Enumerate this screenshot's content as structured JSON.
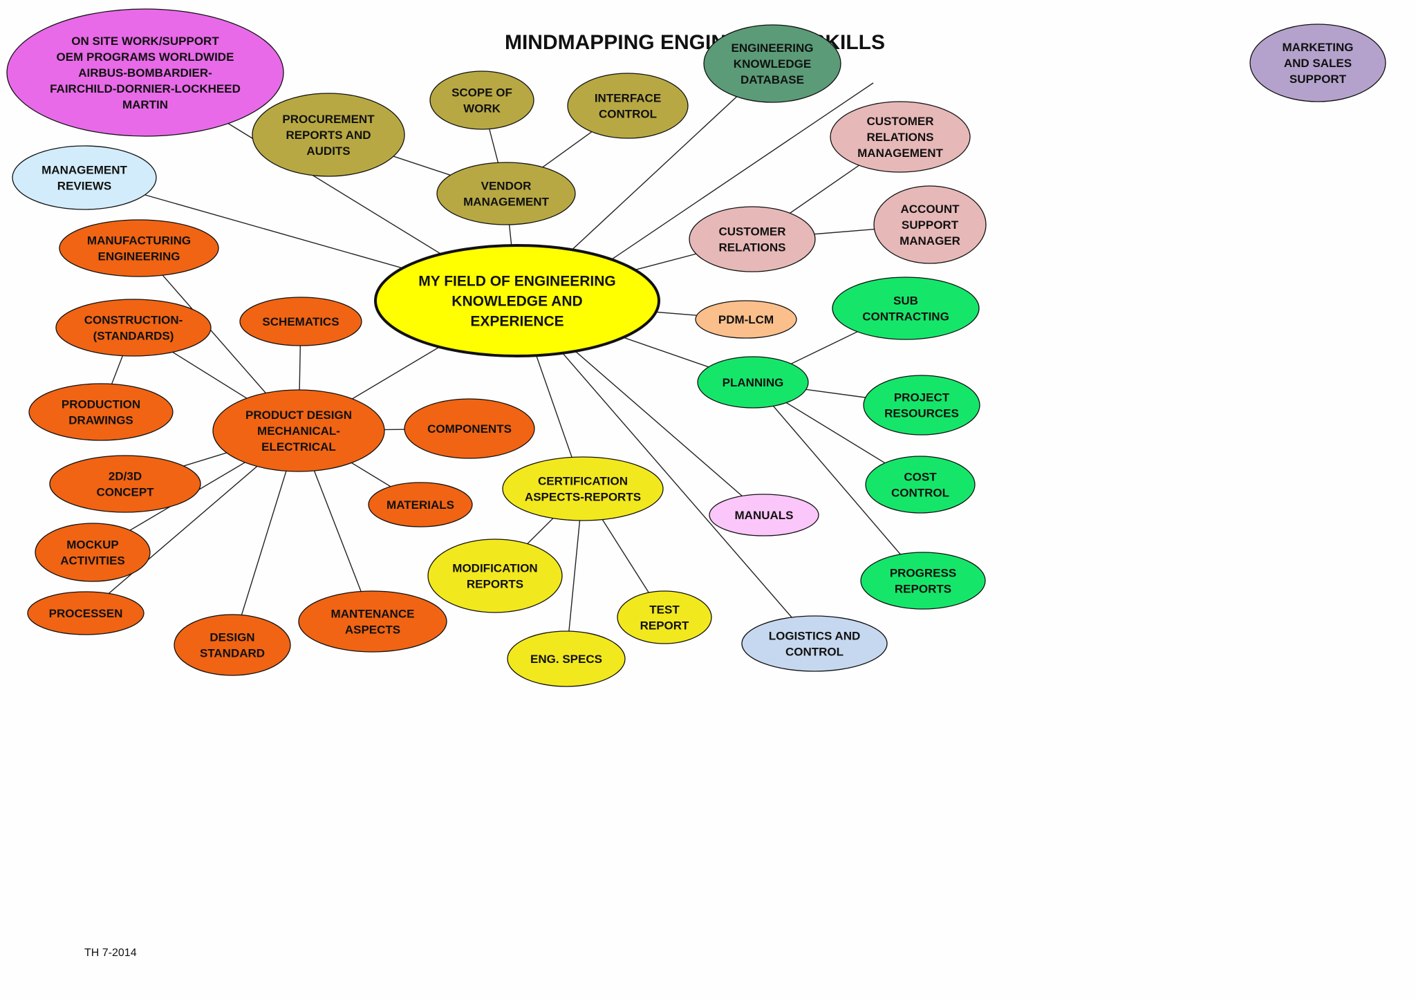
{
  "title": "MINDMAPPING ENGINEERING SKILLS",
  "footer": "TH 7-2014",
  "colors": {
    "center": "#ffff00",
    "magenta": "#e86ae8",
    "olive": "#b7a843",
    "teal": "#5b9b78",
    "lavender": "#b4a2cc",
    "light_blue": "#d2ecfb",
    "orange": "#f06414",
    "pink": "#e7b8b8",
    "peach": "#fbbf8c",
    "green": "#15e66a",
    "yellow": "#f2e81e",
    "light_pink": "#fbc6f9",
    "pale_blue": "#c6d8ef"
  },
  "center": {
    "label": "MY FIELD OF ENGINEERING KNOWLEDGE AND EXPERIENCE",
    "lines": [
      "MY FIELD OF ENGINEERING",
      "KNOWLEDGE AND",
      "EXPERIENCE"
    ]
  },
  "nodes": {
    "on_site_work": {
      "label": "ON SITE WORK/SUPPORT OEM PROGRAMS WORLDWIDE AIRBUS-BOMBARDIER-FAIRCHILD-DORNIER-LOCKHEED MARTIN",
      "lines": [
        "ON SITE WORK/SUPPORT",
        "OEM PROGRAMS WORLDWIDE",
        "AIRBUS-BOMBARDIER-",
        "FAIRCHILD-DORNIER-LOCKHEED",
        "MARTIN"
      ],
      "color": "magenta"
    },
    "procurement": {
      "label": "PROCUREMENT REPORTS AND AUDITS",
      "lines": [
        "PROCUREMENT",
        "REPORTS AND",
        "AUDITS"
      ],
      "color": "olive"
    },
    "scope_of_work": {
      "label": "SCOPE OF WORK",
      "lines": [
        "SCOPE OF",
        "WORK"
      ],
      "color": "olive"
    },
    "interface_control": {
      "label": "INTERFACE CONTROL",
      "lines": [
        "INTERFACE",
        "CONTROL"
      ],
      "color": "olive"
    },
    "vendor_management": {
      "label": "VENDOR MANAGEMENT",
      "lines": [
        "VENDOR",
        "MANAGEMENT"
      ],
      "color": "olive"
    },
    "engineering_database": {
      "label": "ENGINEERING KNOWLEDGE DATABASE",
      "lines": [
        "ENGINEERING",
        "KNOWLEDGE",
        "DATABASE"
      ],
      "color": "teal"
    },
    "marketing_sales": {
      "label": "MARKETING AND SALES SUPPORT",
      "lines": [
        "MARKETING",
        "AND SALES",
        "SUPPORT"
      ],
      "color": "lavender"
    },
    "management_reviews": {
      "label": "MANAGEMENT REVIEWS",
      "lines": [
        "MANAGEMENT",
        "REVIEWS"
      ],
      "color": "light_blue"
    },
    "customer_relations_mgmt": {
      "label": "CUSTOMER RELATIONS MANAGEMENT",
      "lines": [
        "CUSTOMER",
        "RELATIONS",
        "MANAGEMENT"
      ],
      "color": "pink"
    },
    "customer_relations": {
      "label": "CUSTOMER RELATIONS",
      "lines": [
        "CUSTOMER",
        "RELATIONS"
      ],
      "color": "pink"
    },
    "account_support": {
      "label": "ACCOUNT SUPPORT MANAGER",
      "lines": [
        "ACCOUNT",
        "SUPPORT",
        "MANAGER"
      ],
      "color": "pink"
    },
    "manufacturing_engineering": {
      "label": "MANUFACTURING ENGINEERING",
      "lines": [
        "MANUFACTURING",
        "ENGINEERING"
      ],
      "color": "orange"
    },
    "construction_standards": {
      "label": "CONSTRUCTION-(STANDARDS)",
      "lines": [
        "CONSTRUCTION-",
        "(STANDARDS)"
      ],
      "color": "orange"
    },
    "schematics": {
      "label": "SCHEMATICS",
      "lines": [
        "SCHEMATICS"
      ],
      "color": "orange"
    },
    "production_drawings": {
      "label": "PRODUCTION DRAWINGS",
      "lines": [
        "PRODUCTION",
        "DRAWINGS"
      ],
      "color": "orange"
    },
    "product_design": {
      "label": "PRODUCT DESIGN MECHANICAL-ELECTRICAL",
      "lines": [
        "PRODUCT DESIGN",
        "MECHANICAL-",
        "ELECTRICAL"
      ],
      "color": "orange"
    },
    "components": {
      "label": "COMPONENTS",
      "lines": [
        "COMPONENTS"
      ],
      "color": "orange"
    },
    "concept_2d3d": {
      "label": "2D/3D CONCEPT",
      "lines": [
        "2D/3D",
        "CONCEPT"
      ],
      "color": "orange"
    },
    "materials": {
      "label": "MATERIALS",
      "lines": [
        "MATERIALS"
      ],
      "color": "orange"
    },
    "mockup_activities": {
      "label": "MOCKUP ACTIVITIES",
      "lines": [
        "MOCKUP",
        "ACTIVITIES"
      ],
      "color": "orange"
    },
    "processen": {
      "label": "PROCESSEN",
      "lines": [
        "PROCESSEN"
      ],
      "color": "orange"
    },
    "design_standard": {
      "label": "DESIGN STANDARD",
      "lines": [
        "DESIGN",
        "STANDARD"
      ],
      "color": "orange"
    },
    "maintenance_aspects": {
      "label": "MANTENANCE ASPECTS",
      "lines": [
        "MANTENANCE",
        "ASPECTS"
      ],
      "color": "orange"
    },
    "pdm_lcm": {
      "label": "PDM-LCM",
      "lines": [
        "PDM-LCM"
      ],
      "color": "peach"
    },
    "sub_contracting": {
      "label": "SUB CONTRACTING",
      "lines": [
        "SUB",
        "CONTRACTING"
      ],
      "color": "green"
    },
    "planning": {
      "label": "PLANNING",
      "lines": [
        "PLANNING"
      ],
      "color": "green"
    },
    "project_resources": {
      "label": "PROJECT RESOURCES",
      "lines": [
        "PROJECT",
        "RESOURCES"
      ],
      "color": "green"
    },
    "cost_control": {
      "label": "COST CONTROL",
      "lines": [
        "COST",
        "CONTROL"
      ],
      "color": "green"
    },
    "progress_reports": {
      "label": "PROGRESS REPORTS",
      "lines": [
        "PROGRESS",
        "REPORTS"
      ],
      "color": "green"
    },
    "certification": {
      "label": "CERTIFICATION ASPECTS-REPORTS",
      "lines": [
        "CERTIFICATION",
        "ASPECTS-REPORTS"
      ],
      "color": "yellow"
    },
    "modification_reports": {
      "label": "MODIFICATION REPORTS",
      "lines": [
        "MODIFICATION",
        "REPORTS"
      ],
      "color": "yellow"
    },
    "test_report": {
      "label": "TEST REPORT",
      "lines": [
        "TEST",
        "REPORT"
      ],
      "color": "yellow"
    },
    "eng_specs": {
      "label": "ENG. SPECS",
      "lines": [
        "ENG. SPECS"
      ],
      "color": "yellow"
    },
    "manuals": {
      "label": "MANUALS",
      "lines": [
        "MANUALS"
      ],
      "color": "light_pink"
    },
    "logistics_control": {
      "label": "LOGISTICS AND CONTROL",
      "lines": [
        "LOGISTICS AND",
        "CONTROL"
      ],
      "color": "pale_blue"
    }
  },
  "connections": [
    [
      "center",
      "on_site_work"
    ],
    [
      "center",
      "management_reviews"
    ],
    [
      "center",
      "vendor_management"
    ],
    [
      "vendor_management",
      "procurement"
    ],
    [
      "vendor_management",
      "scope_of_work"
    ],
    [
      "vendor_management",
      "interface_control"
    ],
    [
      "center",
      "engineering_database"
    ],
    [
      "center",
      "customer_relations"
    ],
    [
      "customer_relations",
      "customer_relations_mgmt"
    ],
    [
      "customer_relations",
      "account_support"
    ],
    [
      "center",
      "pdm_lcm"
    ],
    [
      "center",
      "planning"
    ],
    [
      "planning",
      "sub_contracting"
    ],
    [
      "planning",
      "project_resources"
    ],
    [
      "planning",
      "cost_control"
    ],
    [
      "planning",
      "progress_reports"
    ],
    [
      "center",
      "manuals"
    ],
    [
      "center",
      "logistics_control"
    ],
    [
      "center",
      "certification"
    ],
    [
      "certification",
      "modification_reports"
    ],
    [
      "certification",
      "eng_specs"
    ],
    [
      "certification",
      "test_report"
    ],
    [
      "center",
      "product_design"
    ],
    [
      "product_design",
      "manufacturing_engineering"
    ],
    [
      "product_design",
      "construction_standards"
    ],
    [
      "construction_standards",
      "production_drawings"
    ],
    [
      "product_design",
      "schematics"
    ],
    [
      "product_design",
      "components"
    ],
    [
      "product_design",
      "materials"
    ],
    [
      "product_design",
      "concept_2d3d"
    ],
    [
      "product_design",
      "mockup_activities"
    ],
    [
      "product_design",
      "processen"
    ],
    [
      "product_design",
      "design_standard"
    ],
    [
      "product_design",
      "maintenance_aspects"
    ]
  ]
}
